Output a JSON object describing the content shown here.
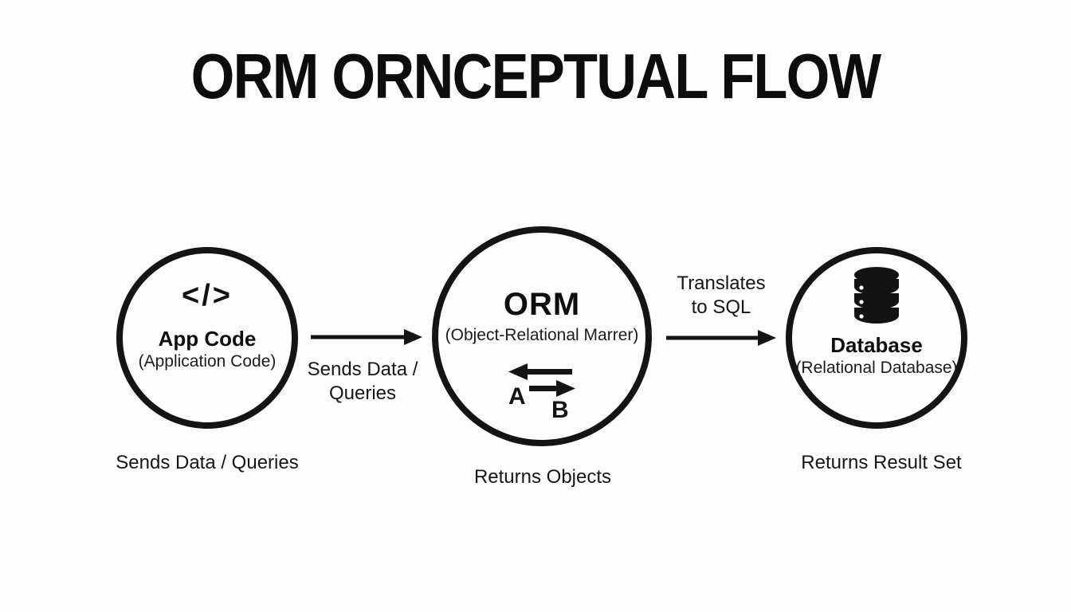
{
  "title": "ORM ORNCEPTUAL FLOW",
  "nodes": {
    "app": {
      "icon": "code-icon",
      "icon_glyph": "</>",
      "name": "App Code",
      "subtitle": "(Application Code)",
      "caption": "Sends Data / Queries"
    },
    "orm": {
      "name": "ORM",
      "subtitle": "(Object-Relational Marrer)",
      "icon": "sync-arrows-icon",
      "arrow_label_a": "A",
      "arrow_label_b": "B",
      "caption": "Returns Objects"
    },
    "database": {
      "icon": "database-icon",
      "name": "Database",
      "subtitle": "(Relational Database)",
      "caption": "Returns Result Set"
    }
  },
  "edges": {
    "app_to_orm": {
      "label_line1": "Sends Data /",
      "label_line2": "Queries"
    },
    "orm_to_database": {
      "label_line1": "Translates",
      "label_line2": "to SQL"
    }
  },
  "colors": {
    "ink": "#141414",
    "background": "#fdfdfd"
  }
}
